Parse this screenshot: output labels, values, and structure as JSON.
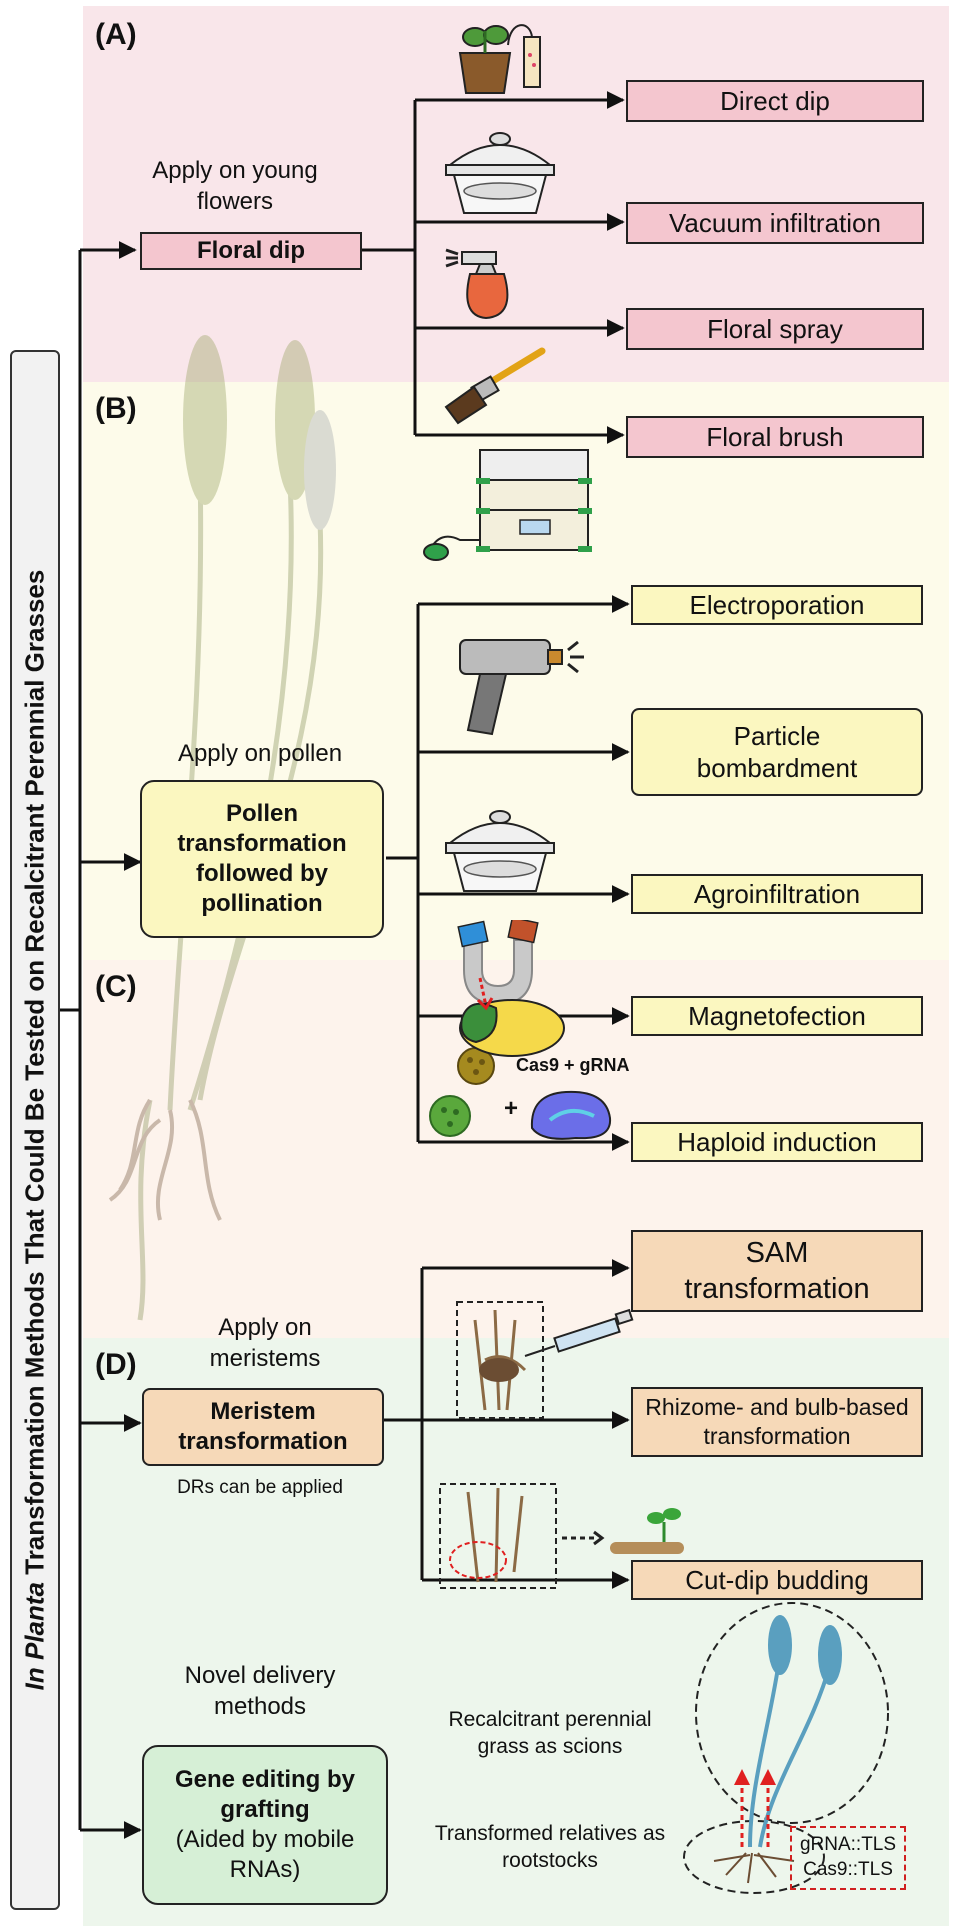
{
  "sidebar": {
    "title_italic": "In Planta",
    "title_rest": " Transformation Methods That Could Be Tested on Recalcitrant Perennial Grasses"
  },
  "panels": {
    "a": {
      "letter": "(A)",
      "note": "Apply on young flowers",
      "source": "Floral dip",
      "targets": [
        "Direct dip",
        "Vacuum infiltration",
        "Floral spray",
        "Floral brush"
      ]
    },
    "b": {
      "letter": "(B)",
      "note": "Apply on pollen",
      "source": "Pollen transformation followed by pollination",
      "targets": [
        "Electroporation",
        "Particle bombardment",
        "Agroinfiltration",
        "Magnetofection",
        "Haploid induction"
      ],
      "cas_label": "Cas9 + gRNA",
      "plus": "+"
    },
    "c": {
      "letter": "(C)",
      "note": "Apply on meristems",
      "source": "Meristem transformation",
      "subnote": "DRs can be applied",
      "targets": [
        "SAM transformation",
        "Rhizome- and bulb-based transformation",
        "Cut-dip budding"
      ]
    },
    "d": {
      "letter": "(D)",
      "note": "Novel delivery methods",
      "source_bold": "Gene editing by grafting",
      "source_sub": "(Aided by mobile RNAs)",
      "scion_label": "Recalcitrant perennial grass as scions",
      "root_label": "Transformed relatives as rootstocks",
      "tls_lines": [
        "gRNA::TLS",
        "Cas9::TLS"
      ]
    }
  },
  "colors": {
    "panel_a": "#f9e6ea",
    "panel_b": "#fdfbea",
    "panel_c": "#fdf3ec",
    "panel_d": "#edf6ec",
    "box_a": "#f4c6cf",
    "box_b": "#fbf7c0",
    "box_c": "#f6d9b8",
    "box_d": "#d6efd6"
  }
}
